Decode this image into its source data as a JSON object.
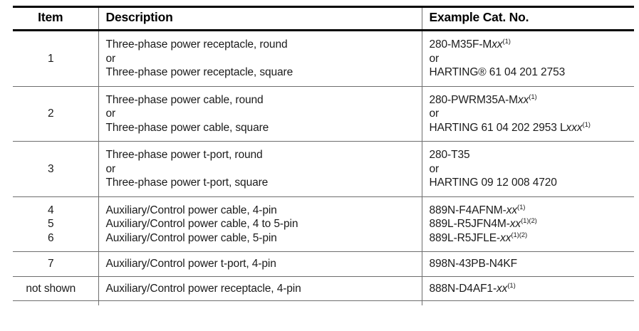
{
  "table": {
    "headers": {
      "item": "Item",
      "description": "Description",
      "catalog": "Example Cat. No."
    },
    "rows": [
      {
        "item": "1",
        "description": "Three-phase power receptacle, round\nor\nThree-phase power receptacle, square",
        "catalog_lines": [
          {
            "text": "280-M35F-M",
            "italic": "xx",
            "sup": "(1)"
          },
          {
            "text": "or",
            "italic": "",
            "sup": ""
          },
          {
            "text": "HARTING® 61 04 201 2753",
            "italic": "",
            "sup": ""
          }
        ]
      },
      {
        "item": "2",
        "description": "Three-phase power cable, round\nor\nThree-phase power cable, square",
        "catalog_lines": [
          {
            "text": "280-PWRM35A-M",
            "italic": "xx",
            "sup": "(1)"
          },
          {
            "text": "or",
            "italic": "",
            "sup": ""
          },
          {
            "text": "HARTING 61 04 202 2953 L",
            "italic": "xxx",
            "sup": "(1)"
          }
        ]
      },
      {
        "item": "3",
        "description": "Three-phase power t-port, round\nor\nThree-phase power t-port, square",
        "catalog_lines": [
          {
            "text": "280-T35",
            "italic": "",
            "sup": ""
          },
          {
            "text": "or",
            "italic": "",
            "sup": ""
          },
          {
            "text": "HARTING 09 12 008 4720",
            "italic": "",
            "sup": ""
          }
        ]
      },
      {
        "item": "4\n5\n6",
        "description": "Auxiliary/Control power cable, 4-pin\nAuxiliary/Control power cable, 4 to 5-pin\nAuxiliary/Control power cable, 5-pin",
        "catalog_lines": [
          {
            "text": "889N-F4AFNM-",
            "italic": "xx",
            "sup": "(1)"
          },
          {
            "text": "889L-R5JFN4M-",
            "italic": "xx",
            "sup": "(1)(2)"
          },
          {
            "text": "889L-R5JFLE-",
            "italic": "xx",
            "sup": "(1)(2)"
          }
        ]
      },
      {
        "item": "7",
        "description": "Auxiliary/Control power t-port, 4-pin",
        "catalog_lines": [
          {
            "text": "898N-43PB-N4KF",
            "italic": "",
            "sup": ""
          }
        ]
      },
      {
        "item": "not shown",
        "description": "Auxiliary/Control power receptacle, 4-pin",
        "catalog_lines": [
          {
            "text": "888N-D4AF1-",
            "italic": "xx",
            "sup": "(1)"
          }
        ]
      }
    ]
  },
  "style": {
    "rule_heavy_color": "#000000",
    "rule_light_color": "#6e6e6e",
    "text_color": "#1b1b1b",
    "background": "#ffffff"
  }
}
